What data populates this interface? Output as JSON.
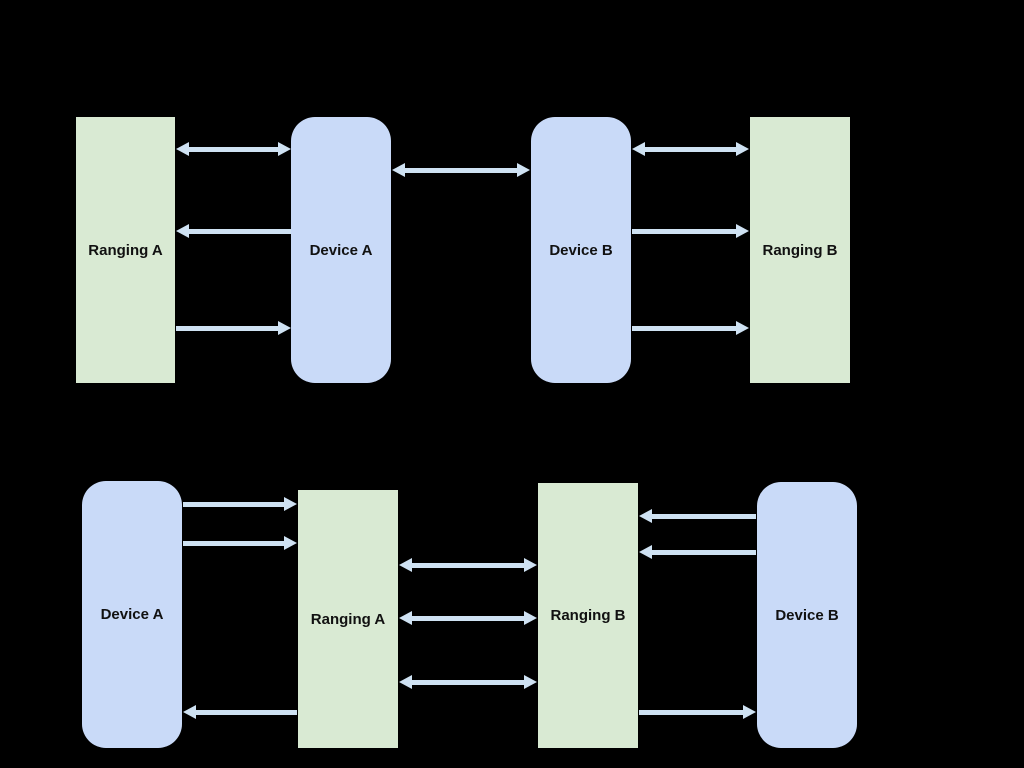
{
  "colors": {
    "canvas-bg": "#000000",
    "ranging-box": "#d9ead3",
    "device-box": "#c9daf8",
    "arrow": "#cfe2f3",
    "label-text": "#111111"
  },
  "top_diagram": {
    "nodes": [
      {
        "id": "ranging-a",
        "label": "Ranging A",
        "type": "ranging"
      },
      {
        "id": "device-a",
        "label": "Device A",
        "type": "device"
      },
      {
        "id": "device-b",
        "label": "Device B",
        "type": "device"
      },
      {
        "id": "ranging-b",
        "label": "Ranging B",
        "type": "ranging"
      }
    ],
    "edges": [
      {
        "from": "Ranging A",
        "to": "Device A",
        "direction": "both"
      },
      {
        "from": "Device A",
        "to": "Device B",
        "direction": "both"
      },
      {
        "from": "Device B",
        "to": "Ranging B",
        "direction": "both"
      },
      {
        "from": "Device A",
        "to": "Ranging A",
        "direction": "one-way"
      },
      {
        "from": "Ranging A",
        "to": "Device A",
        "direction": "one-way"
      },
      {
        "from": "Device B",
        "to": "Ranging B",
        "direction": "one-way"
      },
      {
        "from": "Device B",
        "to": "Ranging B",
        "direction": "one-way"
      }
    ]
  },
  "bottom_diagram": {
    "nodes": [
      {
        "id": "device-a",
        "label": "Device A",
        "type": "device"
      },
      {
        "id": "ranging-a",
        "label": "Ranging A",
        "type": "ranging"
      },
      {
        "id": "ranging-b",
        "label": "Ranging B",
        "type": "ranging"
      },
      {
        "id": "device-b",
        "label": "Device B",
        "type": "device"
      }
    ],
    "edges": [
      {
        "from": "Device A",
        "to": "Ranging A",
        "direction": "one-way"
      },
      {
        "from": "Device A",
        "to": "Ranging A",
        "direction": "one-way"
      },
      {
        "from": "Ranging A",
        "to": "Ranging B",
        "direction": "both"
      },
      {
        "from": "Ranging A",
        "to": "Ranging B",
        "direction": "both"
      },
      {
        "from": "Ranging A",
        "to": "Ranging B",
        "direction": "both"
      },
      {
        "from": "Device B",
        "to": "Ranging B",
        "direction": "one-way"
      },
      {
        "from": "Device B",
        "to": "Ranging B",
        "direction": "one-way"
      },
      {
        "from": "Ranging A",
        "to": "Device A",
        "direction": "one-way"
      },
      {
        "from": "Ranging B",
        "to": "Device B",
        "direction": "one-way"
      }
    ]
  }
}
